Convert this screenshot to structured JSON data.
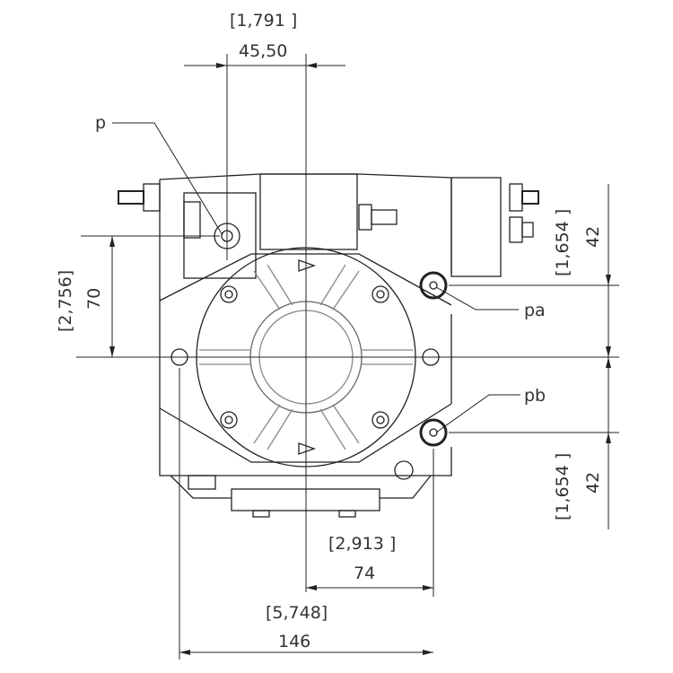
{
  "labels": {
    "port_p": "p",
    "port_pa": "pa",
    "port_pb": "pb"
  },
  "dimensions": {
    "top_offset_in": "[1,791 ]",
    "top_offset_mm": "45,50",
    "left_height_in": "[2,756]",
    "left_height_mm": "70",
    "right_upper_in": "[1,654 ]",
    "right_upper_mm": "42",
    "right_lower_in": "[1,654 ]",
    "right_lower_mm": "42",
    "bottom_half_in": "[2,913 ]",
    "bottom_half_mm": "74",
    "bottom_full_in": "[5,748]",
    "bottom_full_mm": "146"
  },
  "colors": {
    "line": "#222222",
    "thin": "#777777"
  }
}
